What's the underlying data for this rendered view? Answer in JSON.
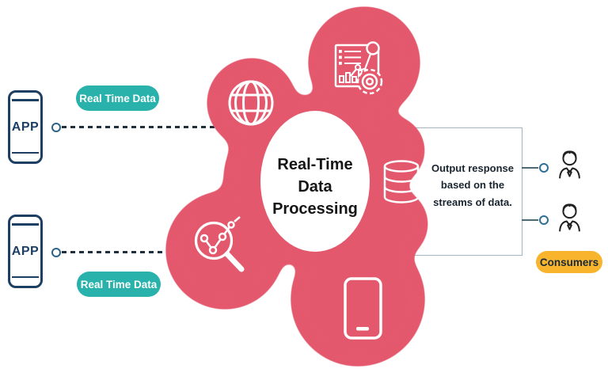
{
  "diagram": {
    "title": "Real-Time\nData\nProcessing",
    "app_label_top": "APP",
    "app_label_bottom": "APP",
    "realtime_badge_top": "Real Time Data",
    "realtime_badge_bottom": "Real Time Data",
    "output_note": "Output response\nbased on the\nstreams of data.",
    "consumers_label": "Consumers"
  },
  "icons": [
    "app-phone-icon",
    "globe-icon",
    "analytics-dashboard-icon",
    "data-search-icon",
    "database-icon",
    "smartphone-icon",
    "consumer-person-icon"
  ],
  "colors": {
    "red": "#e4596d",
    "teal": "#28b2ab",
    "yellow": "#f7b42c",
    "navy": "#1d3f63",
    "boxborder": "#9fb6c6",
    "connector": "#2e6f96"
  }
}
